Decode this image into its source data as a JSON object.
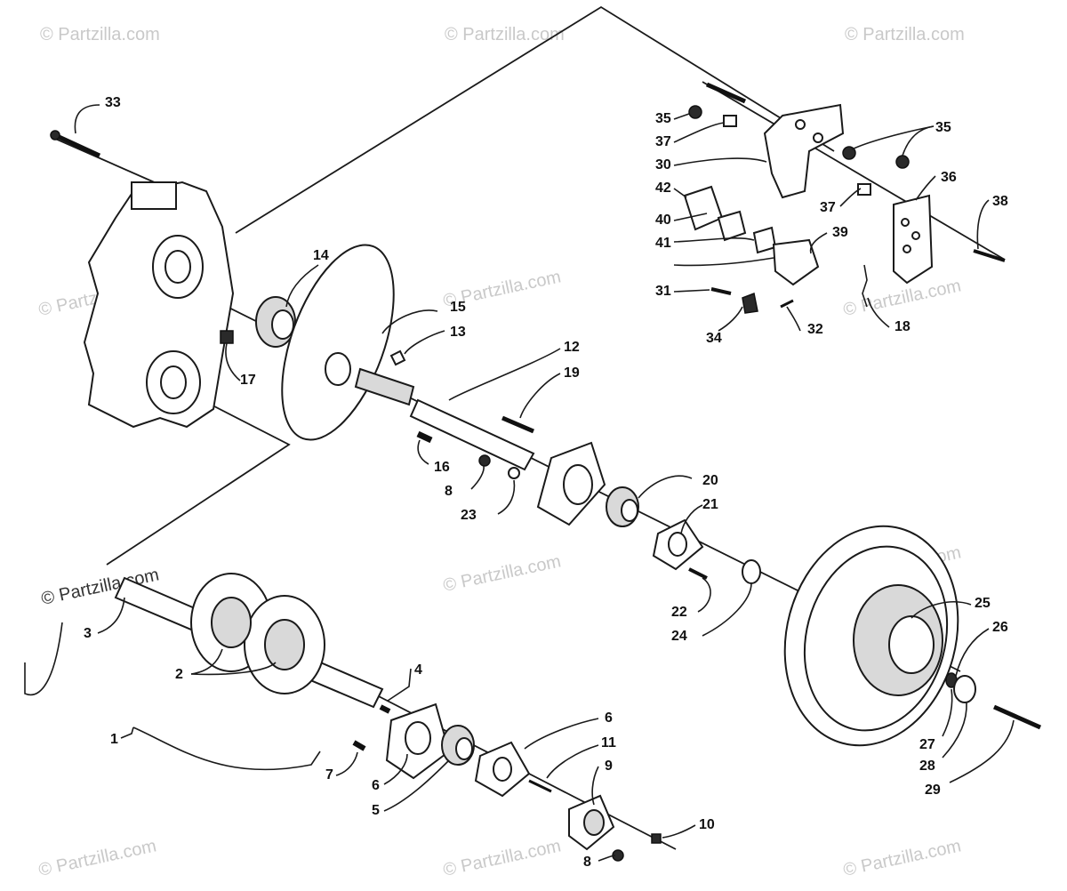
{
  "watermark": "© Partzilla.com",
  "callouts": {
    "c1": "1",
    "c2": "2",
    "c3": "3",
    "c4": "4",
    "c5": "5",
    "c6a": "6",
    "c6b": "6",
    "c7": "7",
    "c8a": "8",
    "c8b": "8",
    "c9": "9",
    "c10": "10",
    "c11": "11",
    "c12": "12",
    "c13": "13",
    "c14": "14",
    "c15": "15",
    "c16": "16",
    "c17": "17",
    "c18": "18",
    "c19": "19",
    "c20": "20",
    "c21": "21",
    "c22": "22",
    "c23": "23",
    "c24": "24",
    "c25": "25",
    "c26": "26",
    "c27": "27",
    "c28": "28",
    "c29": "29",
    "c30": "30",
    "c31": "31",
    "c32": "32",
    "c33": "33",
    "c34": "34",
    "c35a": "35",
    "c35b": "35",
    "c36": "36",
    "c37a": "37",
    "c37b": "37",
    "c38": "38",
    "c39": "39",
    "c40": "40",
    "c41": "41",
    "c42": "42"
  }
}
